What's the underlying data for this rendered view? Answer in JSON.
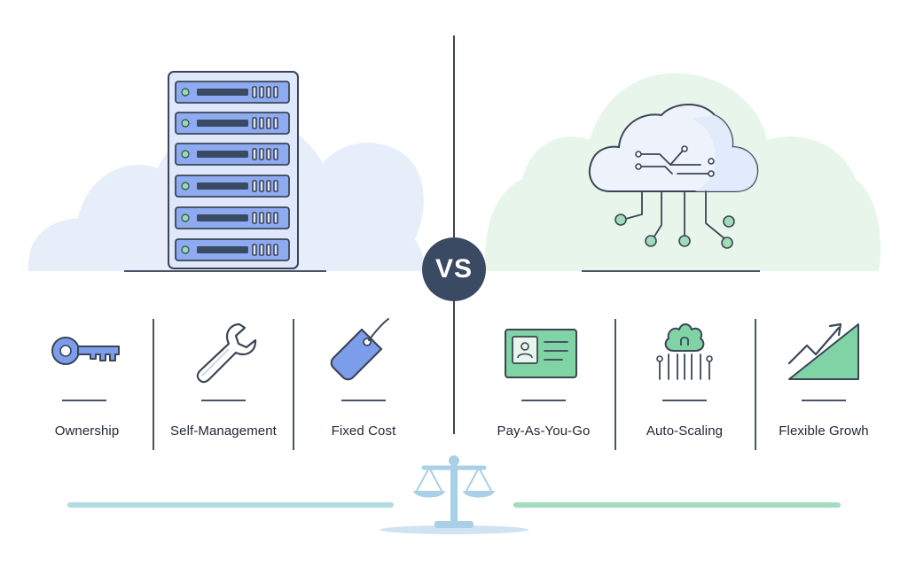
{
  "vs_label": "VS",
  "colors": {
    "left_blob": "#e6eefa",
    "right_blob": "#e8f5ea",
    "accent_blue": "#7c9eea",
    "accent_green": "#7fd3a4",
    "dark": "#3a4a63"
  },
  "left": {
    "illustration": "server-rack-icon",
    "features": [
      {
        "label": "Ownership",
        "icon": "key-icon"
      },
      {
        "label": "Self-Management",
        "icon": "wrench-icon"
      },
      {
        "label": "Fixed Cost",
        "icon": "price-tag-icon"
      }
    ]
  },
  "right": {
    "illustration": "cloud-network-icon",
    "features": [
      {
        "label": "Pay-As-You-Go",
        "icon": "id-card-icon"
      },
      {
        "label": "Auto-Scaling",
        "icon": "chip-tree-icon"
      },
      {
        "label": "Flexible Growh",
        "icon": "growth-chart-icon"
      }
    ]
  },
  "footer": {
    "icon": "balance-scale-icon"
  }
}
